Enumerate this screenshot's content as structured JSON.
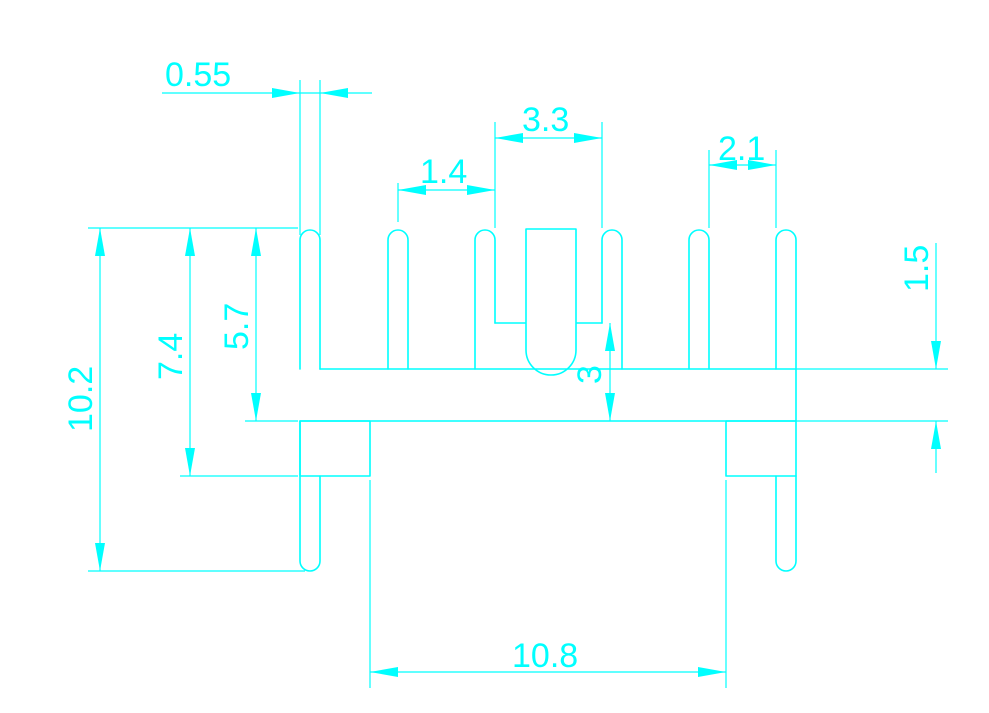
{
  "drawing": {
    "type": "cad-profile-drawing",
    "line_color": "#00ffff",
    "background_color": "#ffffff",
    "dimensions": {
      "fin_thickness": "0.55",
      "center_slot_width": "3.3",
      "fin_gap": "1.4",
      "right_gap": "2.1",
      "top_offset": "1.5",
      "slot_depth": "3",
      "total_height": "10.2",
      "fin_height_plus_base": "7.4",
      "fin_height": "5.7",
      "leg_spacing": "10.8"
    }
  }
}
